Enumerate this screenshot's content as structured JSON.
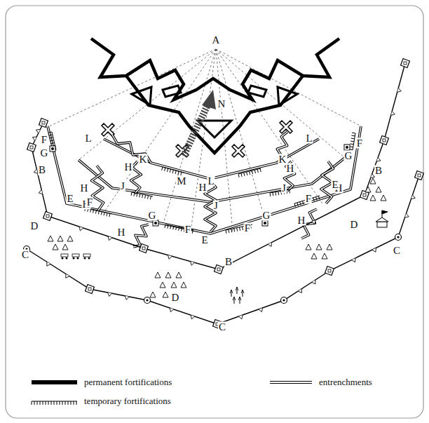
{
  "diagram": {
    "labels": [
      "A",
      "N",
      "L",
      "L",
      "L",
      "K",
      "K",
      "M",
      "H",
      "H",
      "H",
      "H",
      "H",
      "H",
      "H",
      "H",
      "J",
      "J",
      "J",
      "F",
      "G",
      "F",
      "G",
      "B",
      "E",
      "F",
      "D",
      "G",
      "F",
      "E",
      "F",
      "G",
      "F",
      "E",
      "B",
      "D",
      "C",
      "B",
      "D",
      "C",
      "C"
    ],
    "legend": [
      {
        "text": "permanent fortifications"
      },
      {
        "text": "entrenchments"
      },
      {
        "text": "temporary fortifications"
      }
    ]
  }
}
